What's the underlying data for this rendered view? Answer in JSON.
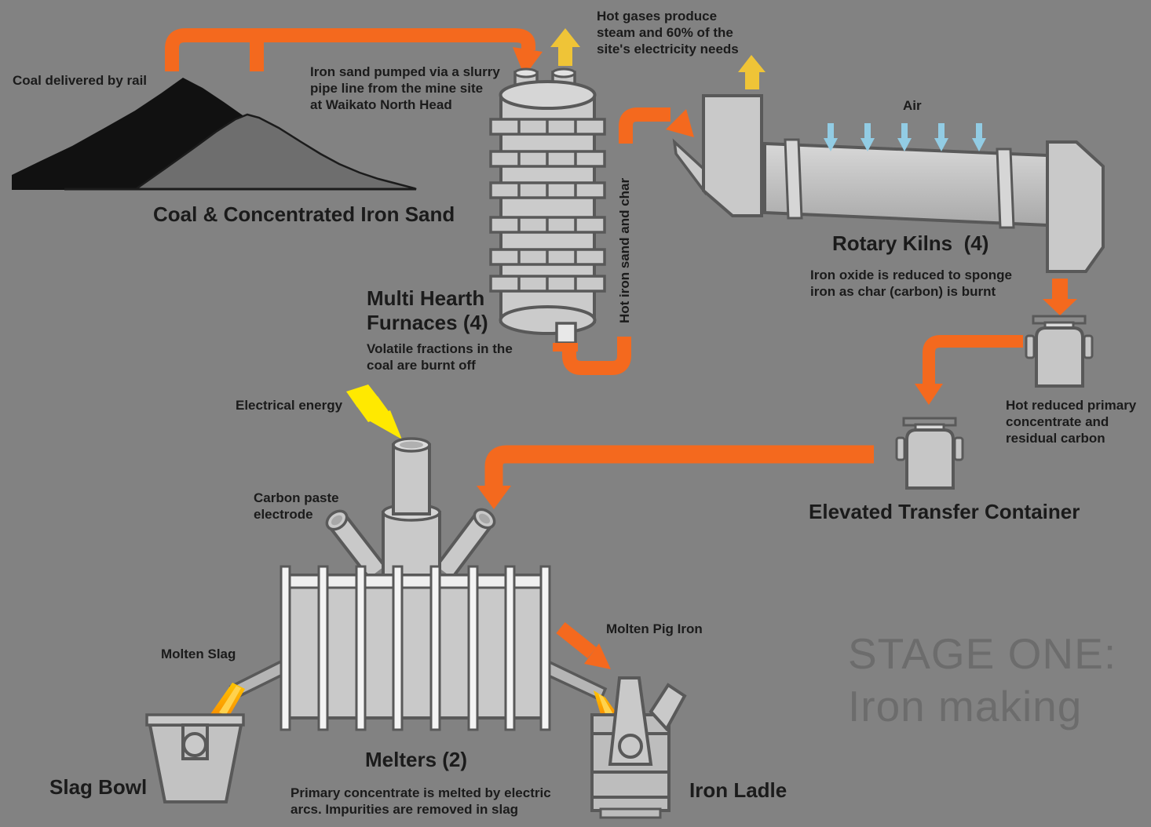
{
  "title": "Stage One: Iron making process diagram",
  "colors": {
    "background": "#828282",
    "machine_fill": "#C9C9C9",
    "machine_outline": "#595959",
    "flow_orange": "#F4691E",
    "steam_yellow": "#EFC437",
    "air_blue": "#92CCE4",
    "lightning_yellow": "#FFE900",
    "molten_orange": "#FFA400",
    "molten_highlight": "#FFD24D",
    "coal_black": "#111111",
    "iron_sand_gray": "#6E6E6E",
    "stage_text": "#6C6C6C",
    "label_text": "#1B1B1B"
  },
  "labels": {
    "coal_rail": "Coal delivered by rail",
    "piles": "Coal & Concentrated Iron Sand",
    "slurry_note": "Iron sand pumped via a slurry\npipe line from the mine site\nat Waikato North Head",
    "hot_gases_note": "Hot gases produce\nsteam and 60% of the\nsite's electricity needs",
    "furnace_title": "Multi Hearth\nFurnaces (4)",
    "furnace_note": "Volatile fractions in the\ncoal are burnt off",
    "hot_iron_sand_char": "Hot iron sand and char",
    "air": "Air",
    "kiln_title": "Rotary Kilns  (4)",
    "kiln_note": "Iron oxide is reduced to sponge\niron as char (carbon) is burnt",
    "hot_reduced_note": "Hot reduced primary\nconcentrate and\nresidual carbon",
    "elevated_transfer_container": "Elevated Transfer Container",
    "electrical_energy": "Electrical energy",
    "carbon_paste_electrode": "Carbon paste\nelectrode",
    "molten_slag": "Molten Slag",
    "slag_bowl": "Slag Bowl",
    "melters_title": "Melters (2)",
    "melters_note": "Primary concentrate is melted by electric\narcs. Impurities are removed in slag",
    "molten_pig_iron": "Molten Pig Iron",
    "iron_ladle": "Iron Ladle",
    "stage_line1": "STAGE ONE:",
    "stage_line2": "Iron making"
  }
}
